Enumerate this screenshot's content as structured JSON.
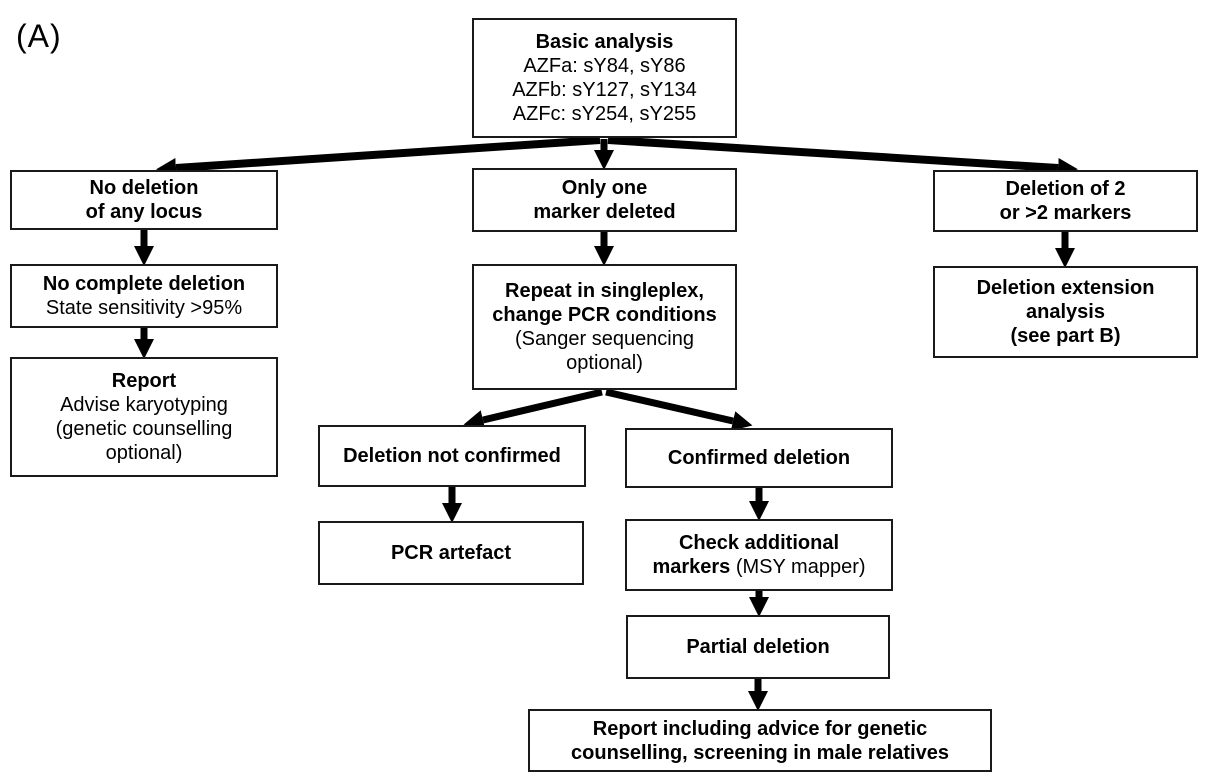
{
  "figure_label": "(A)",
  "colors": {
    "background": "#ffffff",
    "box_border": "#1a1a1a",
    "text": "#000000",
    "arrow": "#000000"
  },
  "nodes": {
    "basic": {
      "t1": "Basic analysis",
      "t2": "AZFa: sY84, sY86",
      "t3": "AZFb: sY127, sY134",
      "t4": "AZFc: sY254, sY255"
    },
    "no_deletion": {
      "t1": "No deletion",
      "t2": "of any locus"
    },
    "only_one": {
      "t1": "Only one",
      "t2": "marker deleted"
    },
    "deletion_2": {
      "t1": "Deletion of 2",
      "t2": "or >2 markers"
    },
    "no_complete": {
      "t1": "No complete deletion",
      "t2": "State sensitivity >95%"
    },
    "repeat_singleplex": {
      "t1": "Repeat in singleplex,",
      "t2": "change PCR conditions",
      "t3": "(Sanger sequencing",
      "t4": "optional)"
    },
    "deletion_extension": {
      "t1": "Deletion extension",
      "t2": "analysis",
      "t3": "(see part B)"
    },
    "report_left": {
      "t1": "Report",
      "t2": "Advise karyotyping",
      "t3": "(genetic counselling",
      "t4": "optional)"
    },
    "not_confirmed": {
      "t1": "Deletion not confirmed"
    },
    "confirmed": {
      "t1": "Confirmed deletion"
    },
    "pcr_artefact": {
      "t1": "PCR artefact"
    },
    "check_additional": {
      "t1": "Check additional",
      "t2_bold": "markers",
      "t2_rest": " (MSY mapper)"
    },
    "partial": {
      "t1": "Partial deletion"
    },
    "report_bottom": {
      "t1": "Report including advice for genetic",
      "t2": "counselling, screening in male relatives"
    }
  }
}
